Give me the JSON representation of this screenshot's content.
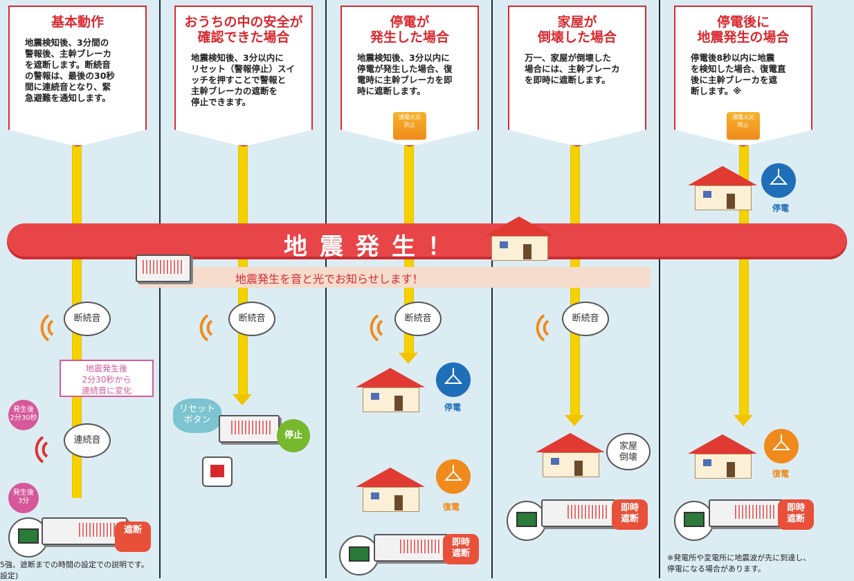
{
  "colors": {
    "red": "#d8282e",
    "banner": "#e84548",
    "yellow": "#f5d100",
    "background": "#dcecf3"
  },
  "columns": [
    {
      "title": "基本動作",
      "body": "地震検知後、3分間の\n警報後、主幹ブレーカ\nを遮断します。断続音\nの警報は、最後の30秒\n間に連続音となり、緊\n急避難を通知します。",
      "bubble1": "断続音",
      "callout": "地震発生後\n2分30秒から\n連続音に変化",
      "time1": "発生後\n2分30秒",
      "bubble2": "連続音",
      "time2": "発生後\n3分",
      "result": "遮断"
    },
    {
      "title": "おうちの中の安全が\n確認できた場合",
      "body": "地震検知後、3分以内に\nリセット（警報停止）スイ\nッチを押すことで警報と\n主幹ブレーカの遮断を\n停止できます。",
      "bubble1": "断続音",
      "reset": "リセット\nボタン",
      "result": "停止"
    },
    {
      "title": "停電が\n発生した場合",
      "body": "地震検知後、3分以内に\n停電が発生した場合、復\n電時に主幹ブレーカを即\n時に遮断します。",
      "bubble1": "断続音",
      "badge": "通電火災\n防止",
      "status1": "停電",
      "status2": "復電",
      "result": "即時\n遮断"
    },
    {
      "title": "家屋が\n倒壊した場合",
      "body": "万一、家屋が倒壊した\n場合には、主幹ブレーカ\nを即時に遮断します。",
      "bubble1": "断続音",
      "status1": "家屋\n倒壊",
      "result": "即時\n遮断"
    },
    {
      "title": "停電後に\n地震発生の場合",
      "body": "停電後8秒以内に地震\nを検知した場合、復電直\n後に主幹ブレーカを遮\n断します。※",
      "badge": "通電火災\n防止",
      "status1": "停電",
      "status2": "復電",
      "result": "即時\n遮断"
    }
  ],
  "banner": {
    "text": "地震発生！"
  },
  "subbanner": {
    "text": "地震発生を音と光でお知らせします！"
  },
  "footnote_left": "5強、遮断までの時間の設定での説明です。\n設定)",
  "footnote_right": "※発電所や変電所に地震波が先に到達し、\n停電になる場合があります。"
}
